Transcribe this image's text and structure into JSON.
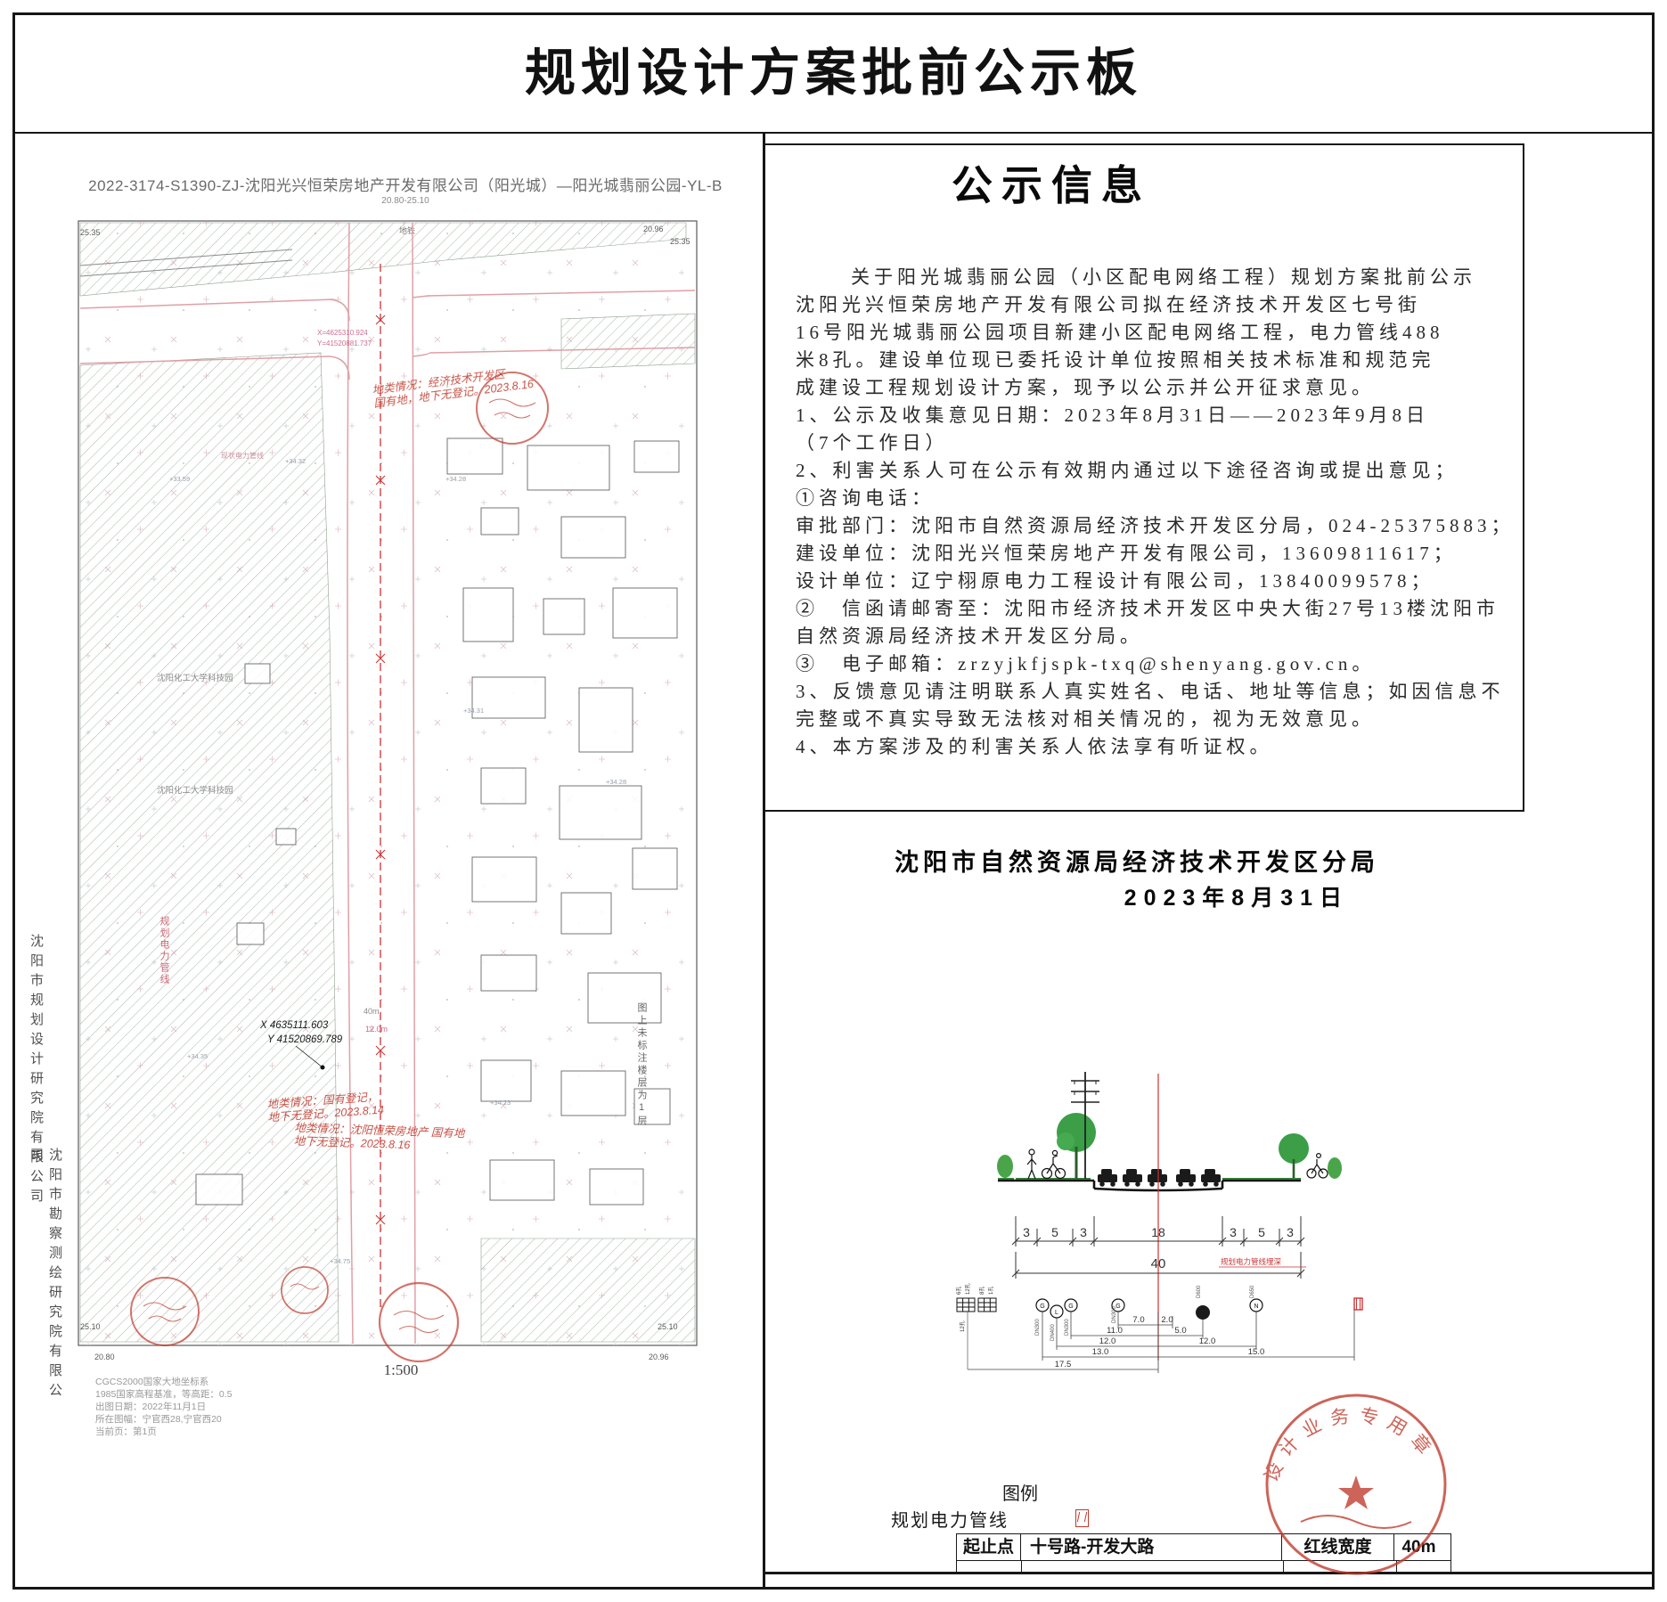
{
  "page": {
    "title": "规划设计方案批前公示板"
  },
  "map": {
    "doc_title": "2022-3174-S1390-ZJ-沈阳光兴恒荣房地产开发有限公司（阳光城）—阳光城翡丽公园-YL-B",
    "range_label": "20.80-25.10",
    "corners": {
      "tl": "25.35",
      "tr_a": "20.96",
      "tr_b": "25.35",
      "bl_a": "25.10",
      "bl_b": "20.80",
      "br_a": "25.10",
      "br_b": "20.96"
    },
    "labels": {
      "metro": "地铁",
      "campus1": "沈阳化工大学科技园",
      "campus2": "沈阳化工大学科技园",
      "power_line_v": "规划电力管线",
      "pink_note": "现状电力管线",
      "road_width": "40m",
      "road_dim": "12.0m",
      "coord1_x": "X 4635111.603",
      "coord1_y": "Y 41520869.789",
      "coord2_x": "X=4625310.924",
      "coord2_y": "Y=41520881.737",
      "spot1": "+33.59",
      "spot2": "+34.32",
      "spot3": "+34.28",
      "spot4": "+34.35",
      "spot5": "+34.31",
      "spot6": "+34.23",
      "spot7": "+34.75",
      "spot8": "+34.28"
    },
    "annotations": {
      "top1": "地类情况：经济技术开发区",
      "top2": "国有地，地下无登记。2023.8.16",
      "bl1": "地类情况：国有登记，",
      "bl2": "地下无登记。2023.8.14",
      "bm1": "地类情况：沈阳恒荣房地产 国有地",
      "bm2": "地下无登记。2023.8.16"
    },
    "side_left_1": "沈阳市规划设计研究院有限公司",
    "side_left_2": "沈阳市勘察测绘研究院有限公司",
    "side_right": "图上未标注楼层为1层",
    "scale": "1:500",
    "footer": {
      "l1": "CGCS2000国家大地坐标系",
      "l2": "1985国家高程基准，等高距：0.5",
      "l3": "出图日期：2022年11月1日",
      "l4": "所在图幅：宁官西28,宁官西20",
      "l5": "当前页：第1页"
    }
  },
  "notice": {
    "title": "公示信息",
    "lines": [
      "关于阳光城翡丽公园（小区配电网络工程）规划方案批前公示",
      "沈阳光兴恒荣房地产开发有限公司拟在经济技术开发区七号街",
      "16号阳光城翡丽公园项目新建小区配电网络工程，电力管线488",
      "米8孔。建设单位现已委托设计单位按照相关技术标准和规范完",
      "成建设工程规划设计方案，现予以公示并公开征求意见。",
      "1、公示及收集意见日期：2023年8月31日——2023年9月8日",
      "（7个工作日）",
      "2、利害关系人可在公示有效期内通过以下途径咨询或提出意见；",
      "①咨询电话：",
      "审批部门：沈阳市自然资源局经济技术开发区分局，024-25375883；",
      "建设单位：沈阳光兴恒荣房地产开发有限公司，13609811617；",
      "设计单位：辽宁栩原电力工程设计有限公司，13840099578；",
      "②　信函请邮寄至：沈阳市经济技术开发区中央大街27号13楼沈阳市",
      "自然资源局经济技术开发区分局。",
      "③　电子邮箱：zrzyjkfjspk-txq@shenyang.gov.cn。",
      "3、反馈意见请注明联系人真实姓名、电话、地址等信息；如因信息不",
      "完整或不真实导致无法核对相关情况的，视为无效意见。",
      "4、本方案涉及的利害关系人依法享有听证权。"
    ],
    "signature": "沈阳市自然资源局经济技术开发区分局",
    "date": "2023年8月31日"
  },
  "section": {
    "dims": [
      "3",
      "5",
      "3",
      "18",
      "3",
      "5",
      "3"
    ],
    "total": "40",
    "red_note": "规划电力管线埋深",
    "utils": {
      "u1": "G",
      "u2": "L",
      "u3": "G",
      "u4": "G",
      "u6": "N"
    },
    "dn": {
      "d1": "DN300",
      "d2": "DN400",
      "d3": "DN300",
      "d4": "DN300",
      "d5": "D600",
      "d6": "D650"
    },
    "ducts": {
      "k1": "6孔",
      "k2": "12孔",
      "k3": "8孔",
      "k4": "1孔",
      "k5": "12孔"
    },
    "m": {
      "m1": "7.0",
      "m2": "2.0",
      "m3": "11.0",
      "m4": "5.0",
      "m5": "12.0",
      "m6": "12.0",
      "m7": "13.0",
      "m8": "15.0",
      "m9": "17.5"
    }
  },
  "legend": {
    "title": "图例",
    "item": "规划电力管线"
  },
  "table": {
    "c1": "起止点",
    "v1": "十号路-开发大路",
    "c2": "红线宽度",
    "v2": "40m"
  },
  "stamp": {
    "text": "设计业务专用章"
  },
  "colors": {
    "stamp_red": "#c0392b",
    "line_pink": "#dfa0a6",
    "hatch_green": "#a9b7a9",
    "power_red": "#cc3333"
  }
}
